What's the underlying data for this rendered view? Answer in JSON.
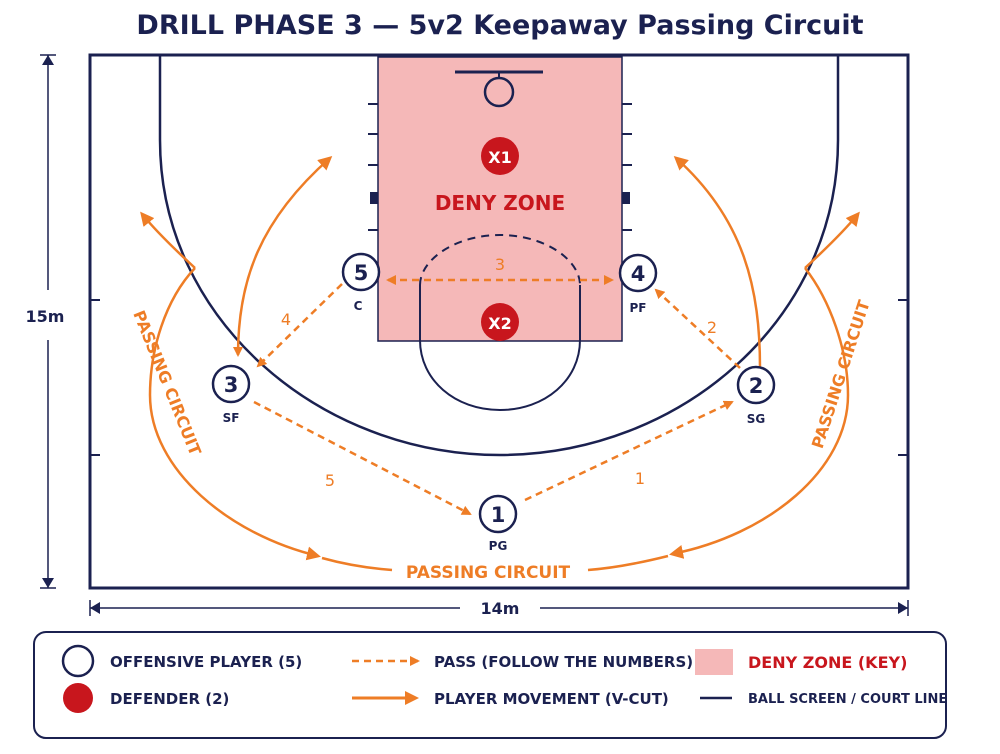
{
  "title": "DRILL PHASE 3 — 5v2 Keepaway Passing Circuit",
  "dimensions": {
    "height_label": "15m",
    "width_label": "14m"
  },
  "colors": {
    "navy": "#1b2150",
    "orange": "#ee7d26",
    "deny_zone": "#f5b8b8",
    "defender_red": "#c8161d",
    "deny_text": "#c8161d"
  },
  "deny_zone": {
    "label": "DENY ZONE"
  },
  "offense": [
    {
      "number": "1",
      "position": "PG"
    },
    {
      "number": "2",
      "position": "SG"
    },
    {
      "number": "3",
      "position": "SF"
    },
    {
      "number": "4",
      "position": "PF"
    },
    {
      "number": "5",
      "position": "C"
    }
  ],
  "defense": [
    {
      "label": "X1"
    },
    {
      "label": "X2"
    }
  ],
  "passes": [
    {
      "order": "1",
      "from": "1",
      "to": "2"
    },
    {
      "order": "2",
      "from": "2",
      "to": "4"
    },
    {
      "order": "3",
      "from": "4",
      "to": "5",
      "two_way": true
    },
    {
      "order": "4",
      "from": "5",
      "to": "3"
    },
    {
      "order": "5",
      "from": "3",
      "to": "1"
    }
  ],
  "circuit_labels": {
    "left": "PASSING CIRCUIT",
    "right": "PASSING CIRCUIT",
    "bottom": "PASSING CIRCUIT"
  },
  "legend": {
    "offensive_player": "OFFENSIVE PLAYER (5)",
    "defender": "DEFENDER (2)",
    "pass": "PASS (FOLLOW THE NUMBERS)",
    "movement": "PLAYER MOVEMENT (V-CUT)",
    "deny_zone": "DENY ZONE (KEY)",
    "court_line": "BALL SCREEN / COURT LINE"
  }
}
